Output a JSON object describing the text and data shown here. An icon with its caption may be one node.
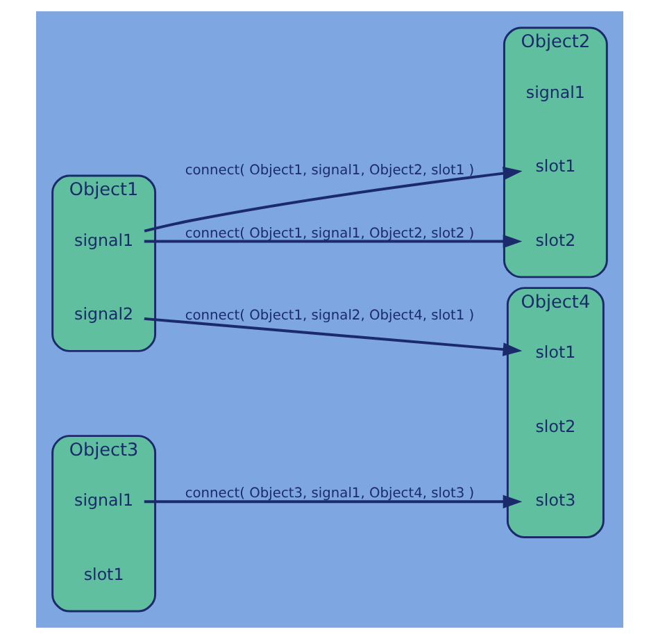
{
  "diagram": {
    "nodes": [
      {
        "text": [
          "Object1"
        ]
      },
      {
        "text": [
          "signal1"
        ],
        "in": 0
      },
      {
        "text": [
          "signal2"
        ],
        "in": 0
      },
      {
        "text": [
          "Object2"
        ]
      },
      {
        "text": [
          "signal1"
        ],
        "in": 3
      },
      {
        "text": [
          "slot1"
        ],
        "in": 3
      },
      {
        "text": [
          "slot2"
        ],
        "in": 3
      },
      {
        "text": [
          "Object3"
        ]
      },
      {
        "text": [
          "signal1"
        ],
        "in": 7
      },
      {
        "text": [
          "slot1"
        ],
        "in": 7
      },
      {
        "text": [
          "Object4"
        ]
      },
      {
        "text": [
          "slot1"
        ],
        "in": 10
      },
      {
        "text": [
          "slot2"
        ],
        "in": 10
      },
      {
        "text": [
          "slot3"
        ],
        "in": 10
      }
    ],
    "edges": [
      {
        "from": 1,
        "to": 5,
        "arrow": "to",
        "label": "connect( Object1, signal1, Object2, slot1 )"
      },
      {
        "from": 1,
        "to": 6,
        "arrow": "to",
        "label": "connect( Object1, signal1, Object2, slot2 )"
      },
      {
        "from": 2,
        "to": 11,
        "arrow": "to",
        "label": "connect( Object1, signal2, Object4, slot1 )"
      },
      {
        "from": 8,
        "to": 13,
        "arrow": "to",
        "label": "connect( Object3, signal1, Object4, slot3 )"
      }
    ]
  }
}
